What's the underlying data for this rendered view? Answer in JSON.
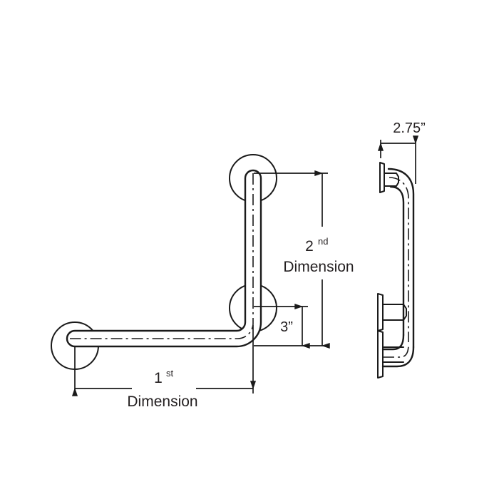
{
  "drawing": {
    "title": "Grab bar technical drawing",
    "background_color": "#ffffff",
    "line_color": "#1a1a1a",
    "text_color": "#231f20"
  },
  "views": {
    "front": {
      "name": "front-elevation-view",
      "description": "L-shaped grab bar front view with three mounting flanges"
    },
    "side": {
      "name": "side-profile-view",
      "description": "Side profile of grab bar showing wall offset"
    }
  },
  "dimensions": {
    "first": {
      "label_number": "1",
      "label_suffix": "st",
      "label_word": "Dimension",
      "name": "first-dimension-horizontal"
    },
    "second": {
      "label_number": "2",
      "label_suffix": "nd",
      "label_word": "Dimension",
      "name": "second-dimension-vertical"
    },
    "offset": {
      "value": "3”",
      "name": "three-inch-offset-dimension"
    },
    "depth": {
      "value": "2.75”",
      "name": "wall-projection-dimension"
    }
  }
}
